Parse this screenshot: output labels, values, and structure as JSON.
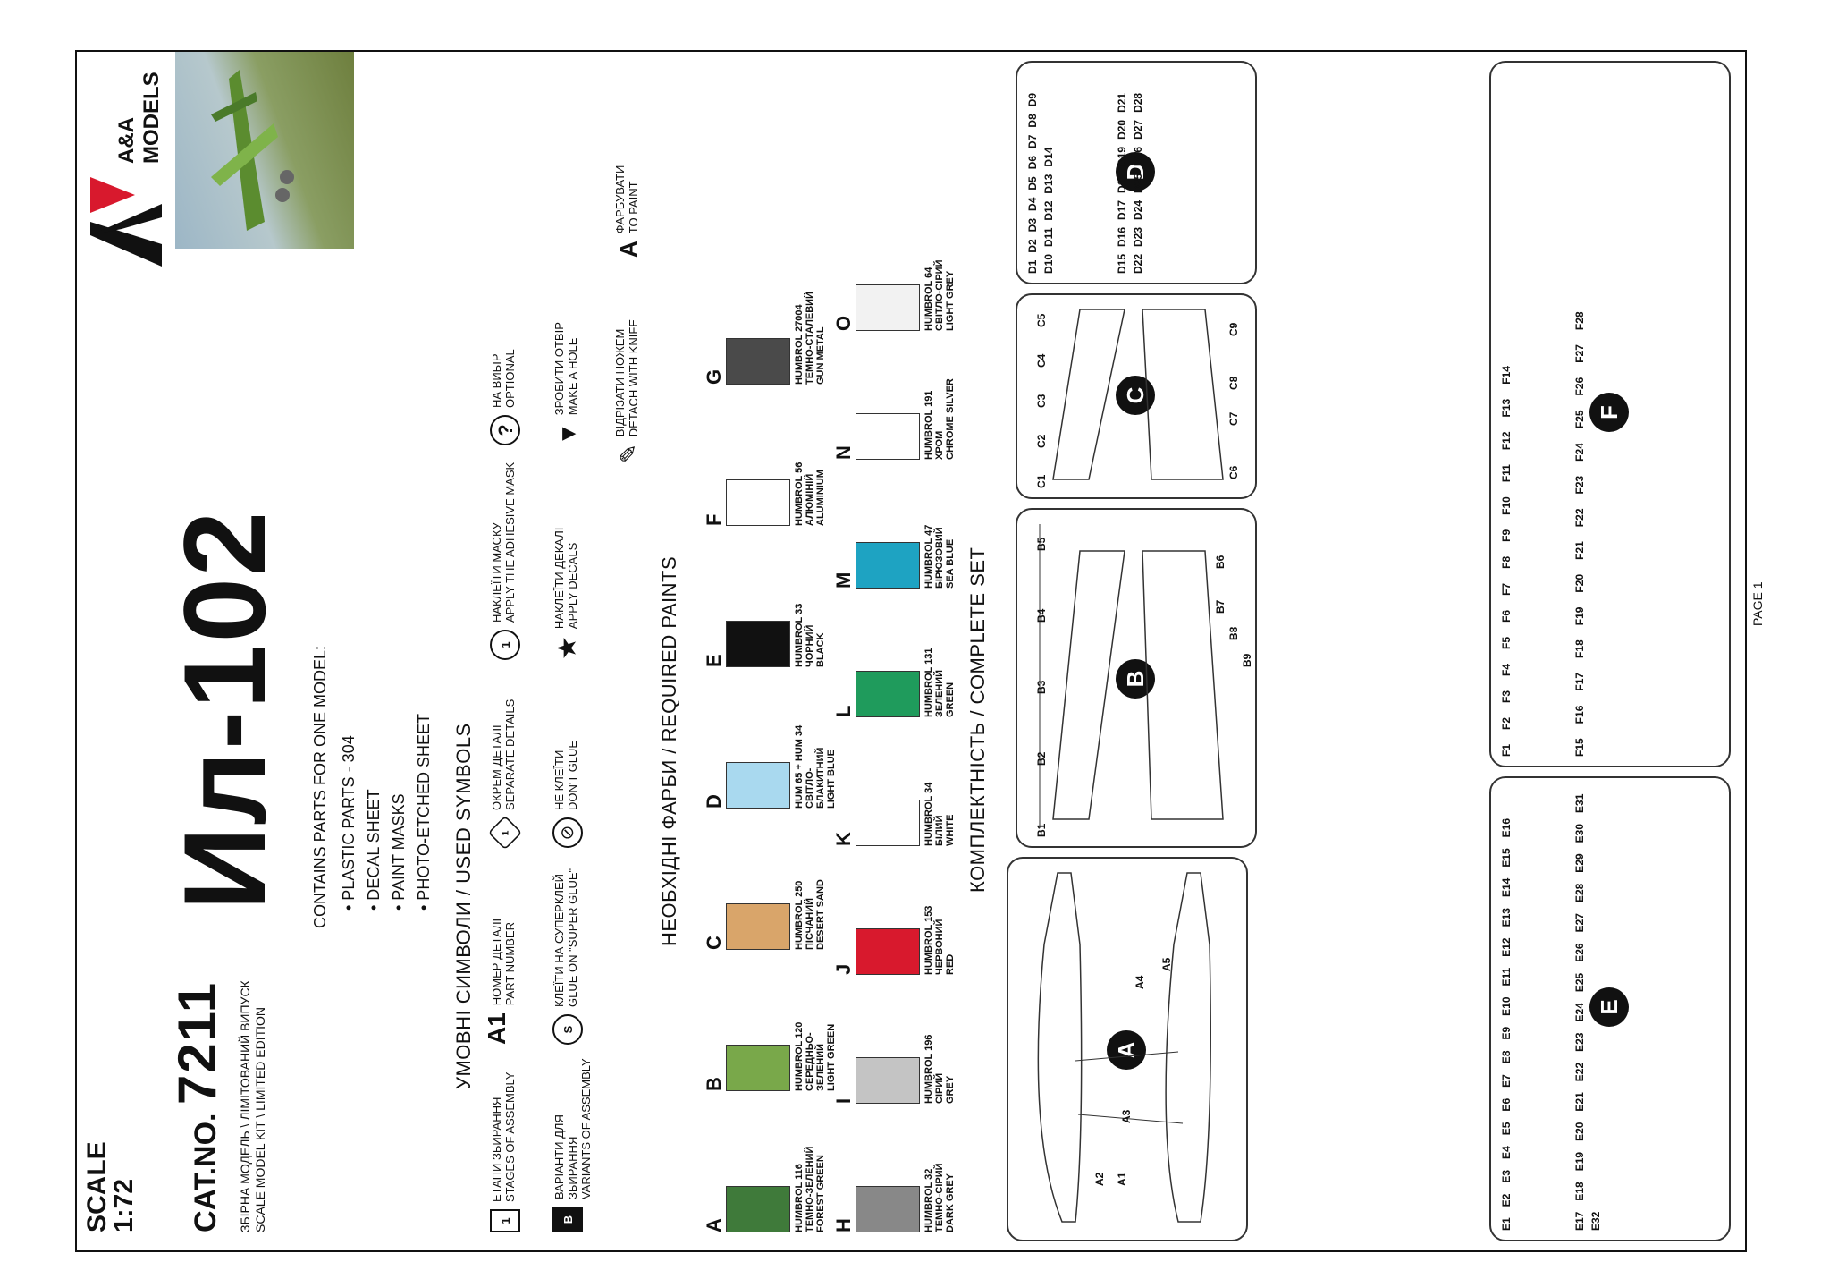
{
  "header": {
    "scale_label": "SCALE",
    "scale_value": "1:72",
    "cat_prefix": "CAT.NO.",
    "cat_number": "7211",
    "edition_ua": "ЗБІРНА МОДЕЛЬ \\ ЛІМІТОВАНИЙ ВИПУСК",
    "edition_en": "SCALE MODEL KIT \\ LIMITED EDITION",
    "title": "Ил-102",
    "brand": "A&A MODELS"
  },
  "contains": {
    "heading": "CONTAINS PARTS FOR ONE MODEL:",
    "items": [
      "PLASTIC PARTS - 304",
      "DECAL SHEET",
      "PAINT MASKS",
      "PHOTO-ETCHED SHEET"
    ]
  },
  "symbols": {
    "heading": "УМОВНІ СИМВОЛИ / USED SYMBOLS",
    "items": [
      {
        "glyph": "1",
        "ua": "ЕТАПИ ЗБИРАННЯ",
        "en": "STAGES OF ASSEMBLY"
      },
      {
        "glyph": "A1",
        "ua": "НОМЕР ДЕТАЛІ",
        "en": "PART NUMBER"
      },
      {
        "glyph": "1",
        "ua": "ОКРЕМ ДЕТАЛІ",
        "en": "SEPARATE DETAILS"
      },
      {
        "glyph": "1",
        "ua": "НАКЛЕЇТИ МАСКУ",
        "en": "APPLY THE ADHESIVE MASK"
      },
      {
        "glyph": "?",
        "ua": "НА ВИБІР",
        "en": "OPTIONAL"
      },
      {
        "glyph": "B",
        "ua": "ВАРІАНТИ ДЛЯ ЗБИРАННЯ",
        "en": "VARIANTS OF ASSEMBLY"
      },
      {
        "glyph": "S",
        "ua": "КЛЕЇТИ НА СУПЕРКЛЕЙ",
        "en": "GLUE ON \"SUPER GLUE\""
      },
      {
        "glyph": "⊘",
        "ua": "НЕ КЛЕЇТИ",
        "en": "DON'T GLUE"
      },
      {
        "glyph": "★",
        "ua": "НАКЛЕЇТИ ДЕКАЛІ",
        "en": "APPLY DECALS"
      },
      {
        "glyph": "▼",
        "ua": "ЗРОБИТИ ОТВІР",
        "en": "MAKE A HOLE"
      },
      {
        "glyph": "✎",
        "ua": "ВІДРІЗАТИ НОЖЕМ",
        "en": "DETACH WITH KNIFE"
      },
      {
        "glyph": "A",
        "ua": "ФАРБУВАТИ",
        "en": "TO PAINT"
      }
    ]
  },
  "paints": {
    "heading": "НЕОБХІДНІ ФАРБИ / REQUIRED PAINTS",
    "row1": [
      {
        "code": "A",
        "color": "#3f7a3a",
        "name": "HUMBROL 116",
        "ua": "ТЕМНО-ЗЕЛЕНИЙ",
        "en": "FOREST GREEN"
      },
      {
        "code": "B",
        "color": "#79a84a",
        "name": "HUMBROL 120",
        "ua": "СЕРЕДНЬО-ЗЕЛЕНИЙ",
        "en": "LIGHT GREEN"
      },
      {
        "code": "C",
        "color": "#d9a56a",
        "name": "HUMBROL 250",
        "ua": "ПІСЧАНИЙ",
        "en": "DESERT SAND"
      },
      {
        "code": "D",
        "color": "#a9d9ef",
        "name": "HUM 65 + HUM 34",
        "ua": "СВІТЛО-БЛАКИТНИЙ",
        "en": "LIGHT BLUE"
      },
      {
        "code": "E",
        "color": "#111111",
        "name": "HUMBROL 33",
        "ua": "ЧОРНИЙ",
        "en": "BLACK"
      },
      {
        "code": "F",
        "color": "#ffffff",
        "name": "HUMBROL 56",
        "ua": "АЛЮМІНІЙ",
        "en": "ALUMINIUM"
      },
      {
        "code": "G",
        "color": "#4a4a4a",
        "name": "HUMBROL 27004",
        "ua": "ТЕМНО-СТАЛЕВИЙ",
        "en": "GUN METAL"
      }
    ],
    "row2": [
      {
        "code": "H",
        "color": "#888888",
        "name": "HUMBROL 32",
        "ua": "ТЕМНО-СІРИЙ",
        "en": "DARK GREY"
      },
      {
        "code": "I",
        "color": "#c4c4c4",
        "name": "HUMBROL 196",
        "ua": "СІРИЙ",
        "en": "GREY"
      },
      {
        "code": "J",
        "color": "#d8192d",
        "name": "HUMBROL 153",
        "ua": "ЧЕРВОНИЙ",
        "en": "RED"
      },
      {
        "code": "K",
        "color": "#ffffff",
        "name": "HUMBROL 34",
        "ua": "БІЛИЙ",
        "en": "WHITE"
      },
      {
        "code": "L",
        "color": "#1f9b5c",
        "name": "HUMBROL 131",
        "ua": "ЗЕЛЕНИЙ",
        "en": "GREEN"
      },
      {
        "code": "M",
        "color": "#1ea3c2",
        "name": "HUMBROL 47",
        "ua": "БІРЮЗОВИЙ",
        "en": "SEA BLUE"
      },
      {
        "code": "N",
        "color": "#ffffff",
        "name": "HUMBROL 191",
        "ua": "ХРОМ",
        "en": "CHROME SILVER"
      },
      {
        "code": "O",
        "color": "#f2f2f2",
        "name": "HUMBROL 64",
        "ua": "СВІТЛО-СІРИЙ",
        "en": "LIGHT GREY"
      }
    ]
  },
  "complete_set": {
    "heading": "КОМПЛЕКТНІСТЬ / COMPLETE SET",
    "sprues": {
      "A": [
        "A1",
        "A2",
        "A3",
        "A4",
        "A5"
      ],
      "B": [
        "B1",
        "B2",
        "B3",
        "B4",
        "B5",
        "B6",
        "B7",
        "B8",
        "B9"
      ],
      "C": [
        "C1",
        "C2",
        "C3",
        "C4",
        "C5",
        "C6",
        "C7",
        "C8",
        "C9"
      ],
      "D": [
        "D1",
        "D2",
        "D3",
        "D4",
        "D5",
        "D6",
        "D7",
        "D8",
        "D9",
        "D10",
        "D11",
        "D12",
        "D13",
        "D14",
        "D15",
        "D16",
        "D17",
        "D18",
        "D19",
        "D20",
        "D21",
        "D22",
        "D23",
        "D24",
        "D25",
        "D26",
        "D27",
        "D28"
      ],
      "E": [
        "E1",
        "E2",
        "E3",
        "E4",
        "E5",
        "E6",
        "E7",
        "E8",
        "E9",
        "E10",
        "E11",
        "E12",
        "E13",
        "E14",
        "E15",
        "E16",
        "E17",
        "E18",
        "E19",
        "E20",
        "E21",
        "E22",
        "E23",
        "E24",
        "E25",
        "E26",
        "E27",
        "E28",
        "E29",
        "E30",
        "E31",
        "E32"
      ],
      "F": [
        "F1",
        "F2",
        "F3",
        "F4",
        "F5",
        "F6",
        "F7",
        "F8",
        "F9",
        "F10",
        "F11",
        "F12",
        "F13",
        "F14",
        "F15",
        "F16",
        "F17",
        "F18",
        "F19",
        "F20",
        "F21",
        "F22",
        "F23",
        "F24",
        "F25",
        "F26",
        "F27",
        "F28"
      ]
    }
  },
  "footer": {
    "page": "PAGE 1"
  }
}
